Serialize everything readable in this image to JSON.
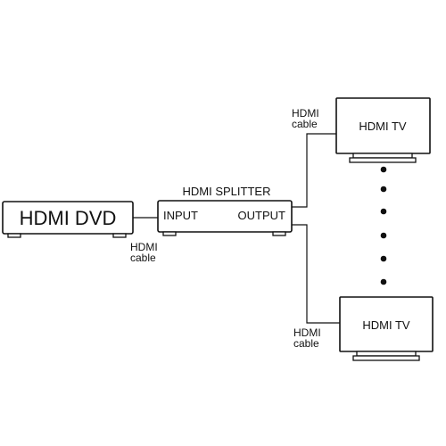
{
  "colors": {
    "background": "#ffffff",
    "line": "#111111"
  },
  "source": {
    "label": "HDMI DVD",
    "cable_line1": "HDMI",
    "cable_line2": "cable"
  },
  "splitter": {
    "title": "HDMI SPLITTER",
    "input_label": "INPUT",
    "output_label": "OUTPUT"
  },
  "tv_top": {
    "label": "HDMI TV",
    "cable_line1": "HDMI",
    "cable_line2": "cable"
  },
  "tv_bottom": {
    "label": "HDMI TV",
    "cable_line1": "HDMI",
    "cable_line2": "cable"
  },
  "continuation": {
    "icon": "vertical-ellipsis-dots",
    "dot_count": 6
  }
}
